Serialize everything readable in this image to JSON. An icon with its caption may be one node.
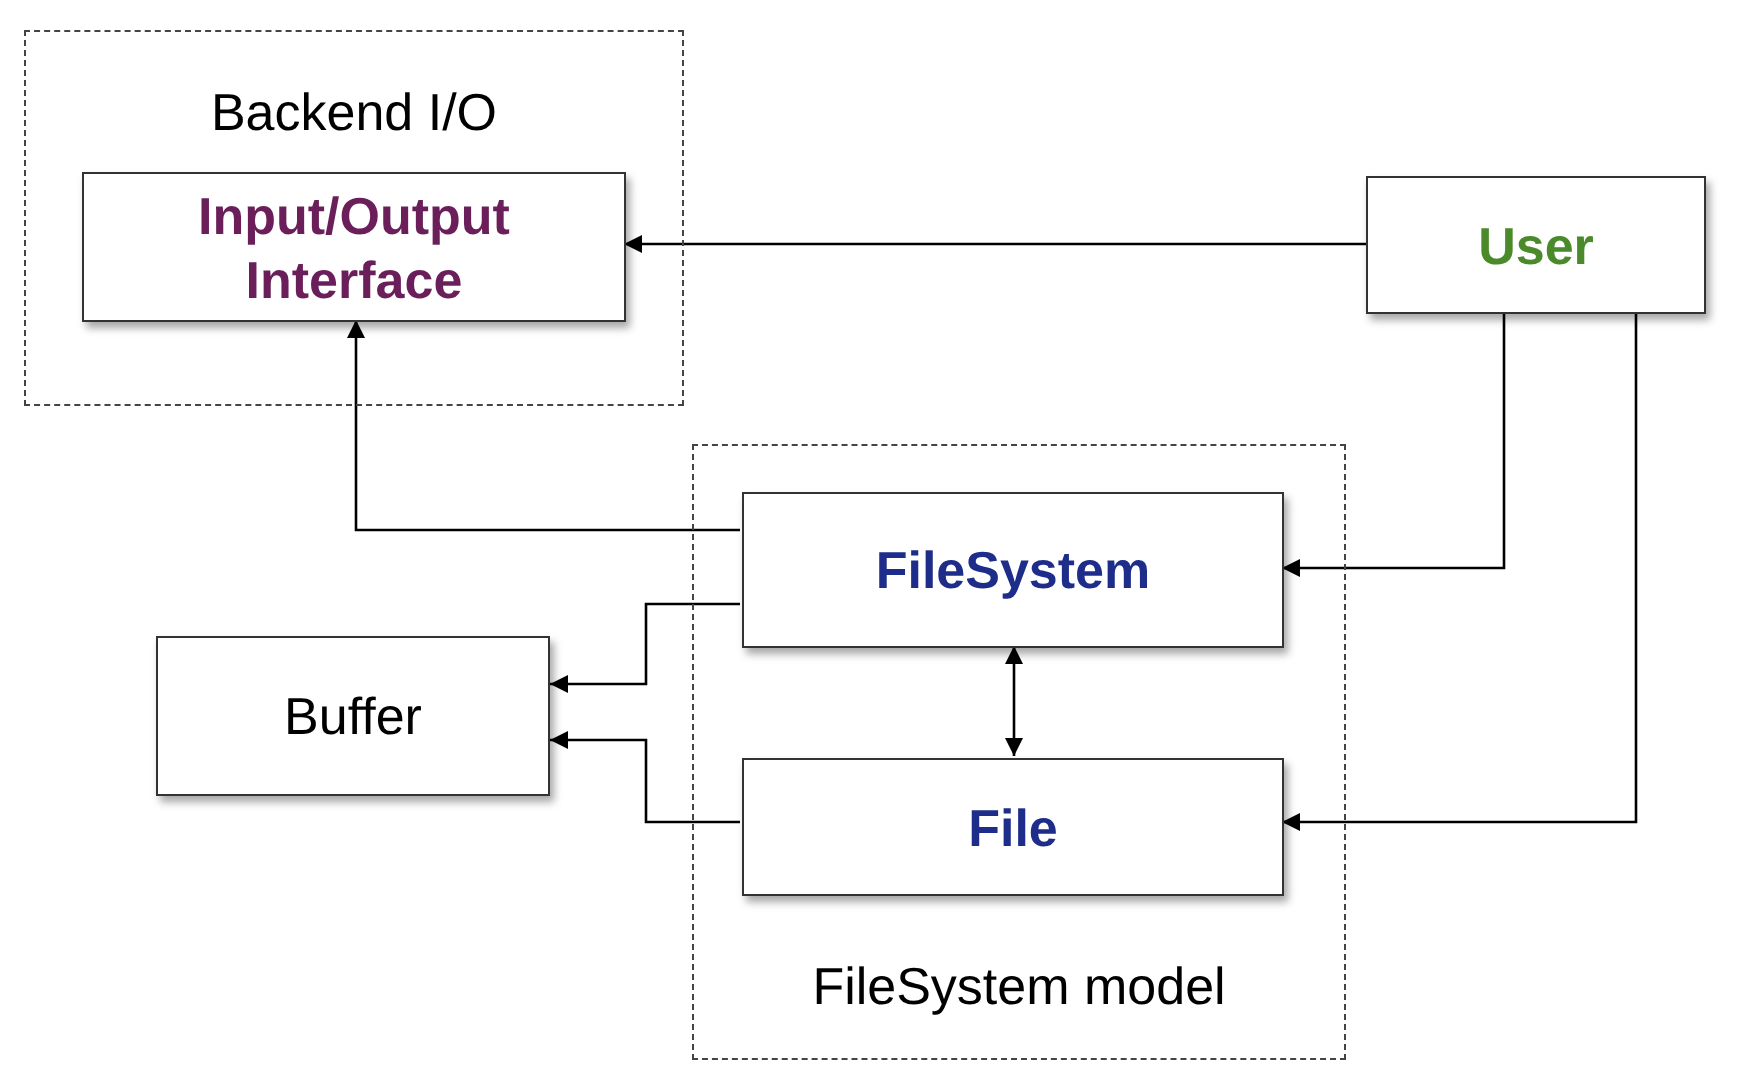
{
  "diagram": {
    "nodes": [
      {
        "text": [
          "Backend I/O"
        ]
      },
      {
        "text": [
          "Input/Output Interface"
        ],
        "in": 0
      },
      {
        "text": [
          "User"
        ]
      },
      {
        "text": [
          "FileSystem model"
        ]
      },
      {
        "text": [
          "FileSystem"
        ],
        "in": 3
      },
      {
        "text": [
          "File"
        ],
        "in": 3
      },
      {
        "text": [
          "Buffer"
        ]
      }
    ],
    "edges": [
      {
        "from": 2,
        "to": 1,
        "arrow": "to"
      },
      {
        "from": 4,
        "to": 1,
        "arrow": "to"
      },
      {
        "from": 2,
        "to": 4,
        "arrow": "to"
      },
      {
        "from": 2,
        "to": 5,
        "arrow": "to"
      },
      {
        "from": 4,
        "to": 5,
        "arrow": "both"
      },
      {
        "from": 4,
        "to": 6,
        "arrow": "to"
      },
      {
        "from": 5,
        "to": 6,
        "arrow": "to"
      }
    ]
  }
}
